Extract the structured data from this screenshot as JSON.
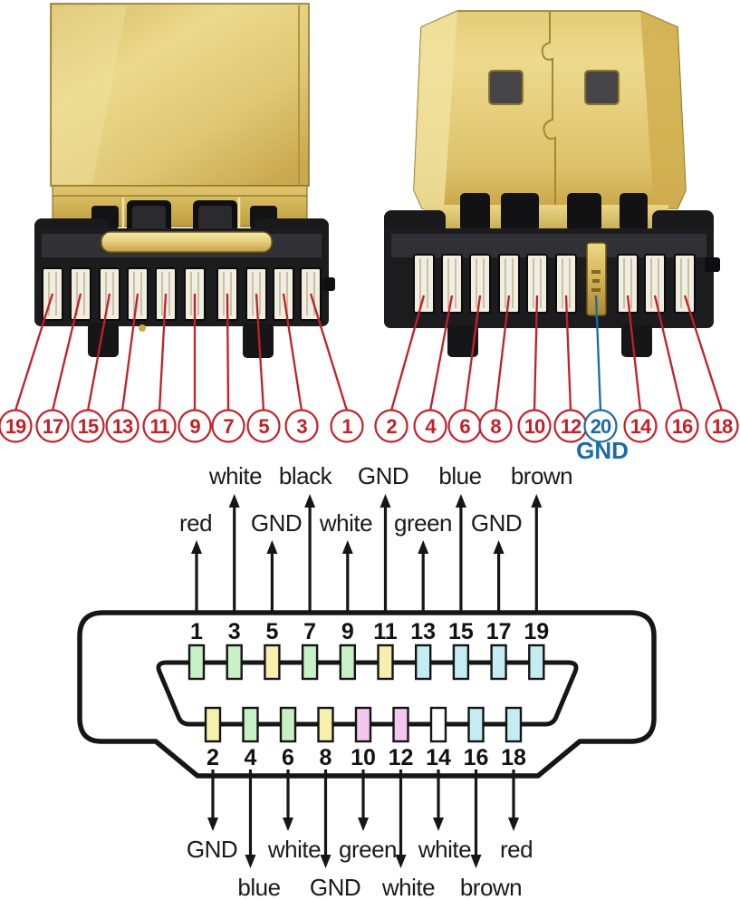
{
  "left_photo": {
    "pins": [
      "19",
      "17",
      "15",
      "13",
      "11",
      "9",
      "7",
      "5",
      "3",
      "1"
    ]
  },
  "right_photo": {
    "pins": [
      "2",
      "4",
      "6",
      "8",
      "10",
      "12",
      "20",
      "14",
      "16",
      "18"
    ],
    "special_pin": "20",
    "special_pin_label": "GND"
  },
  "pinout_diagram": {
    "top_row": [
      {
        "pin": "1",
        "color": "#c8f0c6",
        "wire": "red",
        "tier": "near"
      },
      {
        "pin": "3",
        "color": "#c8f0c6",
        "wire": "white",
        "tier": "far"
      },
      {
        "pin": "5",
        "color": "#f6efae",
        "wire": "GND",
        "tier": "near"
      },
      {
        "pin": "7",
        "color": "#c8f0c6",
        "wire": "black",
        "tier": "far"
      },
      {
        "pin": "9",
        "color": "#c8f0c6",
        "wire": "white",
        "tier": "near"
      },
      {
        "pin": "11",
        "color": "#f6efae",
        "wire": "GND",
        "tier": "far"
      },
      {
        "pin": "13",
        "color": "#c4edf3",
        "wire": "green",
        "tier": "near"
      },
      {
        "pin": "15",
        "color": "#c4edf3",
        "wire": "blue",
        "tier": "far"
      },
      {
        "pin": "17",
        "color": "#c4edf3",
        "wire": "GND",
        "tier": "near"
      },
      {
        "pin": "19",
        "color": "#c4edf3",
        "wire": "brown",
        "tier": "far"
      }
    ],
    "bottom_row": [
      {
        "pin": "2",
        "color": "#f6efae",
        "wire": "GND",
        "tier": "near"
      },
      {
        "pin": "4",
        "color": "#c8f0c6",
        "wire": "blue",
        "tier": "far"
      },
      {
        "pin": "6",
        "color": "#c8f0c6",
        "wire": "white",
        "tier": "near"
      },
      {
        "pin": "8",
        "color": "#f6efae",
        "wire": "GND",
        "tier": "far"
      },
      {
        "pin": "10",
        "color": "#f5c6ef",
        "wire": "green",
        "tier": "near"
      },
      {
        "pin": "12",
        "color": "#f5c6ef",
        "wire": "white",
        "tier": "far"
      },
      {
        "pin": "14",
        "color": "#ffffff",
        "wire": "white",
        "tier": "near"
      },
      {
        "pin": "16",
        "color": "#c4edf3",
        "wire": "brown",
        "tier": "far"
      },
      {
        "pin": "18",
        "color": "#c4edf3",
        "wire": "red",
        "tier": "near"
      }
    ]
  },
  "annotation_colors": {
    "red": "#c32028",
    "blue": "#1a6aa8",
    "ink": "#161616"
  }
}
